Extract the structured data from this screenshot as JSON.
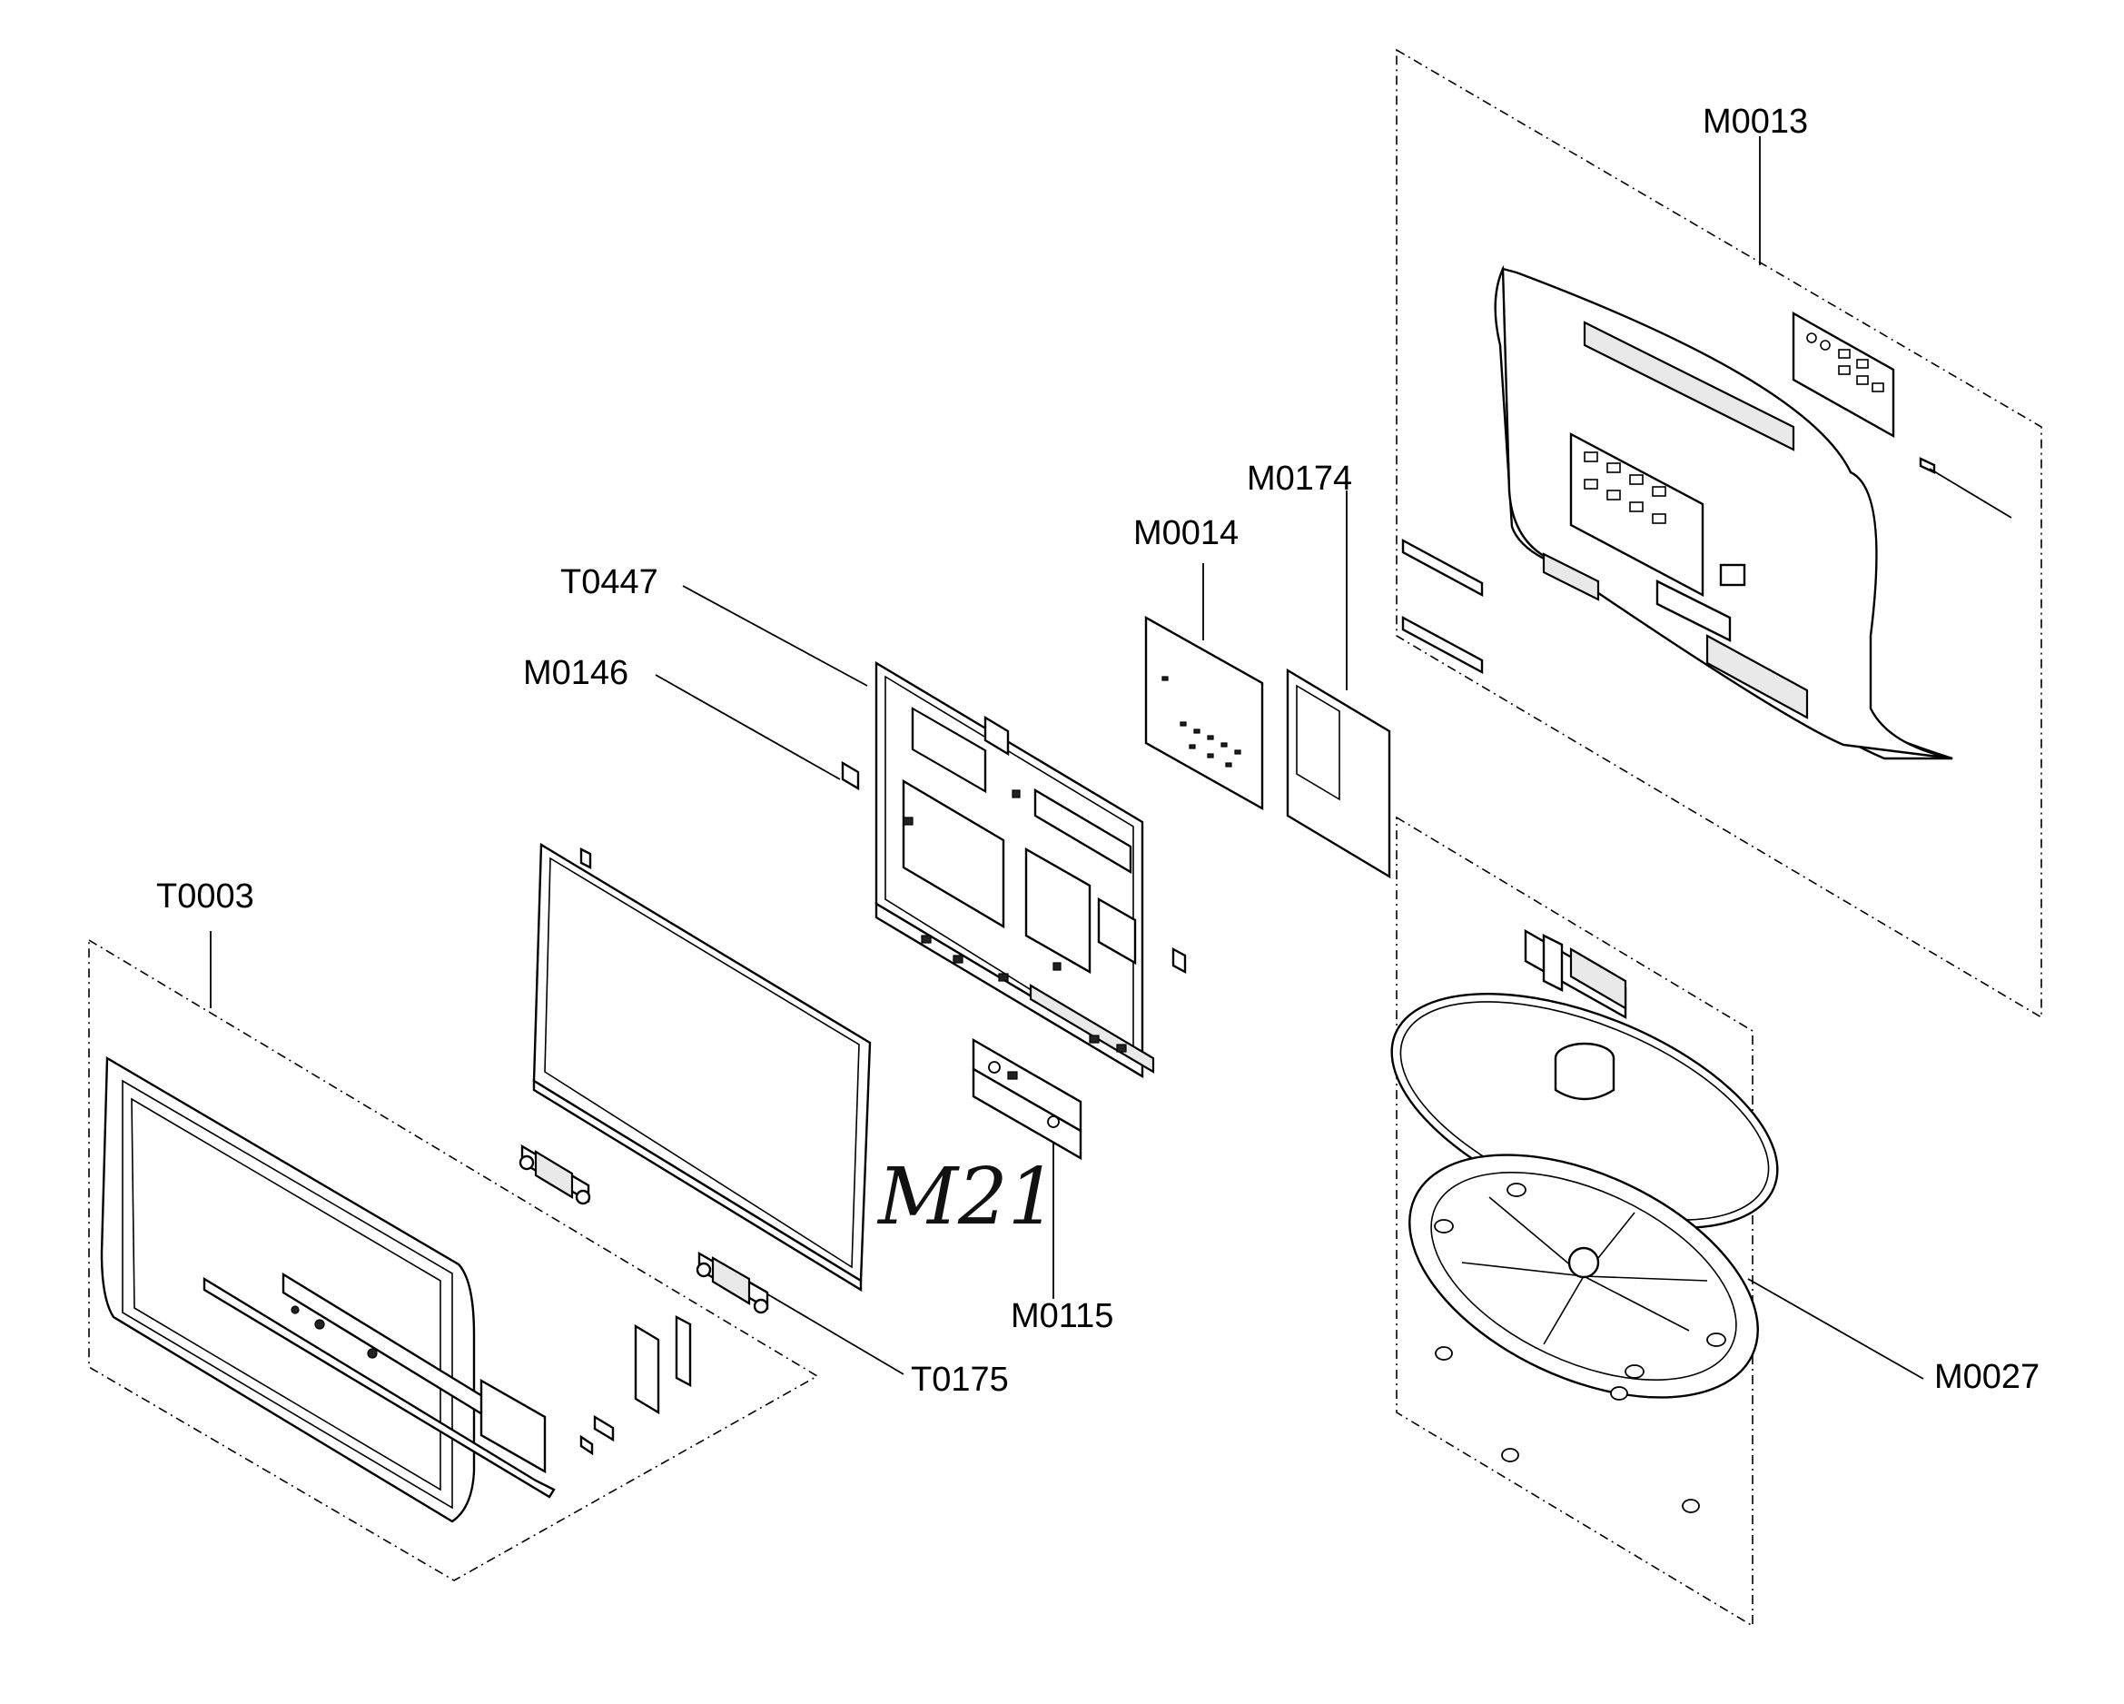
{
  "labels": {
    "m0013": "M0013",
    "m0174": "M0174",
    "m0014": "M0014",
    "t0447": "T0447",
    "m0146": "M0146",
    "t0003": "T0003",
    "m0115": "M0115",
    "t0175": "T0175",
    "m0027": "M0027"
  },
  "handwriting": "M21"
}
